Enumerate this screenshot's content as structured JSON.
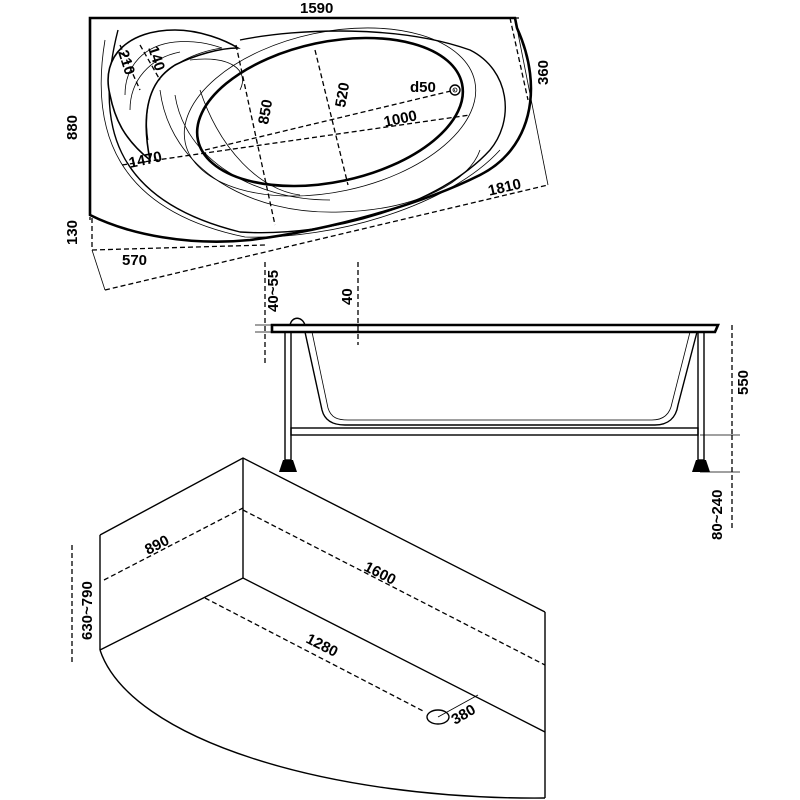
{
  "top_view": {
    "dimensions": {
      "width_overall": "1590",
      "length_diagonal": "1810",
      "depth_left": "880",
      "right_end_height": "360",
      "bowl_length": "1470",
      "inner_length": "1000",
      "inner_width": "520",
      "bowl_width": "850",
      "drain_diameter": "d50",
      "corner_height": "130",
      "corner_offset": "570",
      "headrest_a": "210",
      "headrest_b": "140"
    }
  },
  "side_view": {
    "dimensions": {
      "rim_offset": "40~55",
      "rim_thickness": "40",
      "tub_height": "550",
      "leg_range": "80~240"
    }
  },
  "panel_view": {
    "dimensions": {
      "short_side": "890",
      "long_side": "1600",
      "panel_height": "630~790",
      "base_length": "1280",
      "drain_offset": "380"
    }
  }
}
